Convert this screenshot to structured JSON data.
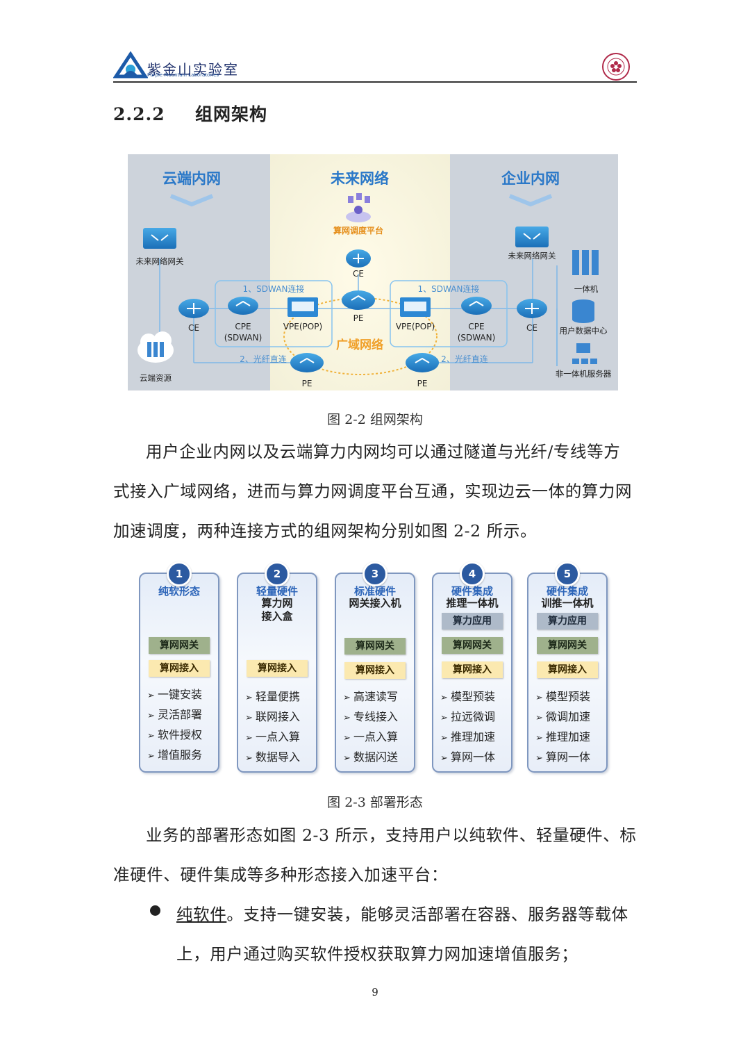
{
  "header": {
    "logo_text": "紫金山实验室",
    "logo_subtext": "Purple Mountain Laboratories"
  },
  "section": {
    "number": "2.2.2",
    "title": "组网架构"
  },
  "figure1": {
    "zones": {
      "left": "云端内网",
      "center": "未来网络",
      "right": "企业内网"
    },
    "platform": "算网调度平台",
    "wan": "广域网络",
    "nodes": {
      "left_gateway": "未来网络网关",
      "left_ce": "CE",
      "left_cpe_line1": "CPE",
      "left_cpe_line2": "(SDWAN)",
      "left_vpe": "VPE(POP)",
      "center_ce": "CE",
      "center_pe": "PE",
      "bottom_pe_left": "PE",
      "bottom_pe_right": "PE",
      "right_vpe": "VPE(POP)",
      "right_cpe_line1": "CPE",
      "right_cpe_line2": "(SDWAN)",
      "right_ce": "CE",
      "right_gateway": "未来网络网关",
      "cloud_resource": "云端资源",
      "all_in_one": "一体机",
      "user_dc": "用户数据中心",
      "non_all_in_one": "非一体机服务器"
    },
    "links": {
      "sdwan_left": "1、SDWAN连接",
      "sdwan_right": "1、SDWAN连接",
      "fiber_left": "2、光纤直连",
      "fiber_right": "2、光纤直连"
    },
    "caption": "图 2-2  组网架构"
  },
  "para1": "用户企业内网以及云端算力内网均可以通过隧道与光纤/专线等方式接入广域网络，进而与算力网调度平台互通，实现边云一体的算力网加速调度，两种连接方式的组网架构分别如图 2-2 所示。",
  "figure2": {
    "cards": [
      {
        "num": "1",
        "title": "纯软形态",
        "sub1": "",
        "sub2": "",
        "app": "",
        "gateway": "算网网关",
        "access": "算网接入",
        "features": [
          "一键安装",
          "灵活部署",
          "软件授权",
          "增值服务"
        ]
      },
      {
        "num": "2",
        "title": "轻量硬件",
        "sub1": "算力网",
        "sub2": "接入盒",
        "app": "",
        "gateway": "",
        "access": "算网接入",
        "features": [
          "轻量便携",
          "联网接入",
          "一点入算",
          "数据导入"
        ]
      },
      {
        "num": "3",
        "title": "标准硬件",
        "sub1": "网关接入机",
        "sub2": "",
        "app": "",
        "gateway": "算网网关",
        "access": "算网接入",
        "features": [
          "高速读写",
          "专线接入",
          "一点入算",
          "数据闪送"
        ]
      },
      {
        "num": "4",
        "title": "硬件集成",
        "sub1": "推理一体机",
        "sub2": "",
        "app": "算力应用",
        "gateway": "算网网关",
        "access": "算网接入",
        "features": [
          "模型预装",
          "拉远微调",
          "推理加速",
          "算网一体"
        ]
      },
      {
        "num": "5",
        "title": "硬件集成",
        "sub1": "训推一体机",
        "sub2": "",
        "app": "算力应用",
        "gateway": "算网网关",
        "access": "算网接入",
        "features": [
          "模型预装",
          "微调加速",
          "推理加速",
          "算网一体"
        ]
      }
    ],
    "caption": "图 2-3  部署形态"
  },
  "para2": "业务的部署形态如图 2-3 所示，支持用户以纯软件、轻量硬件、标准硬件、硬件集成等多种形态接入加速平台：",
  "bullet": {
    "term": "纯软件",
    "text": "。支持一键安装，能够灵活部署在容器、服务器等载体上，用户通过购买软件授权获取算力网加速增值服务；"
  },
  "page_number": "9"
}
